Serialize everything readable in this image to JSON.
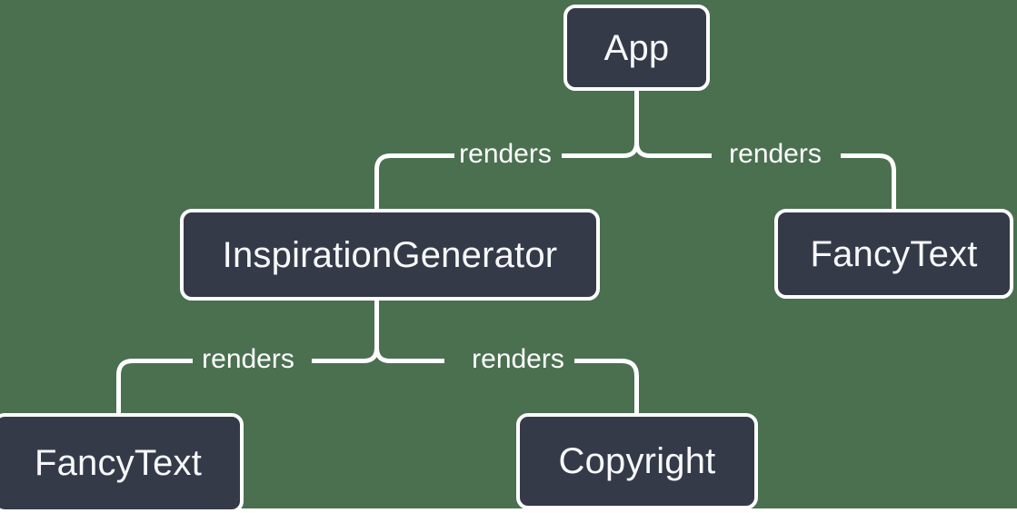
{
  "diagram": {
    "type": "component-tree",
    "background_color": "#4a7050",
    "node_fill_color": "#353a49",
    "node_stroke_color": "#ffffff",
    "text_color": "#ffffff",
    "nodes": [
      {
        "id": "app",
        "label": "App"
      },
      {
        "id": "inspiration",
        "label": "InspirationGenerator"
      },
      {
        "id": "fancytext-right",
        "label": "FancyText"
      },
      {
        "id": "fancytext-bottom",
        "label": "FancyText"
      },
      {
        "id": "copyright",
        "label": "Copyright"
      }
    ],
    "edges": [
      {
        "from": "app",
        "to": "inspiration",
        "label": "renders"
      },
      {
        "from": "app",
        "to": "fancytext-right",
        "label": "renders"
      },
      {
        "from": "inspiration",
        "to": "fancytext-bottom",
        "label": "renders"
      },
      {
        "from": "inspiration",
        "to": "copyright",
        "label": "renders"
      }
    ]
  }
}
